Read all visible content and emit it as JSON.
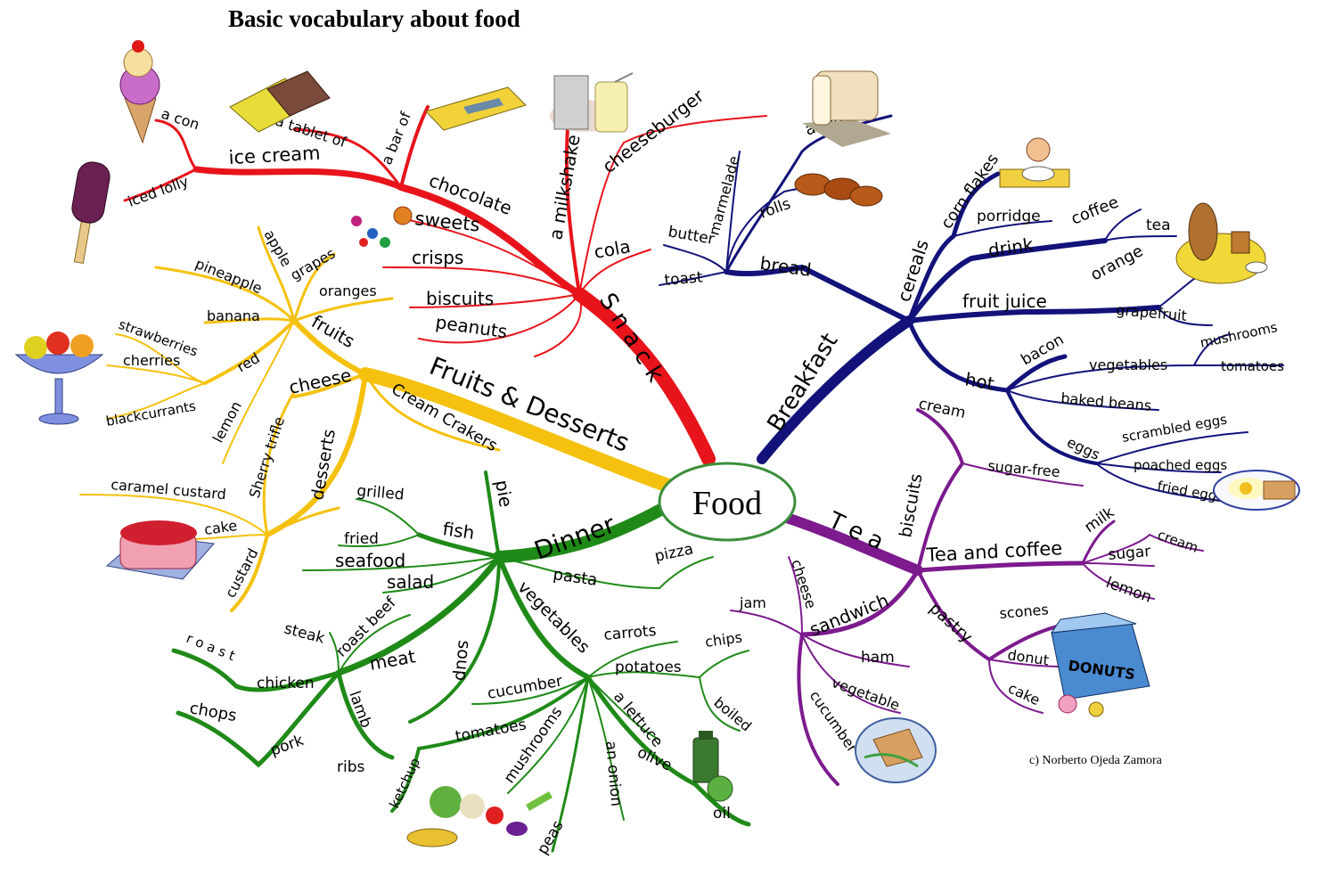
{
  "title": "Basic vocabulary about food",
  "credit": "c) Norberto Ojeda Zamora",
  "center": "Food",
  "colors": {
    "snack": "#e8141b",
    "fruits_desserts": "#f5c10e",
    "dinner": "#1f8a18",
    "breakfast": "#12127a",
    "tea": "#7c1a8e",
    "center_border": "#3a8f3a"
  },
  "branches": {
    "snack": {
      "label": "S n a c k",
      "items": {
        "ice_cream": "ice cream",
        "a_con": "a con",
        "iced_lolly": "iced lolly",
        "chocolate": "chocolate",
        "a_tablet_of": "a tablet of",
        "a_bar_of": "a bar of",
        "a_milkshake": "a milkshake",
        "cheeseburger": "cheeseburger",
        "sweets": "sweets",
        "crisps": "crisps",
        "cola": "cola",
        "biscuits": "biscuits",
        "peanuts": "peanuts"
      }
    },
    "fruits_desserts": {
      "label": "Fruits & Desserts",
      "items": {
        "fruits": "fruits",
        "apple": "apple",
        "grapes": "grapes",
        "pineapple": "pineapple",
        "oranges": "oranges",
        "banana": "banana",
        "strawberries": "strawberries",
        "cherries": "cherries",
        "red": "red",
        "blackcurrants": "blackcurrants",
        "lemon": "lemon",
        "cheese": "cheese",
        "cream_crakers": "Cream Crakers",
        "desserts": "desserts",
        "sherry_trifle": "Sherry trifle",
        "caramel_custard": "caramel custard",
        "cake": "cake",
        "custard": "custard"
      }
    },
    "dinner": {
      "label": "Dinner",
      "items": {
        "pie": "pie",
        "fish": "fish",
        "grilled": "grilled",
        "fried": "fried",
        "seafood": "seafood",
        "salad": "salad",
        "pasta": "pasta",
        "pizza": "pizza",
        "meat": "meat",
        "steak": "steak",
        "roast_beef": "roast beef",
        "roast": "r o a s t",
        "chicken": "chicken",
        "chops": "chops",
        "lamb": "lamb",
        "pork": "pork",
        "ribs": "ribs",
        "soup": "soup",
        "vegetables": "vegetables",
        "carrots": "carrots",
        "potatoes": "potatoes",
        "chips": "chips",
        "boiled": "boiled",
        "cucumber": "cucumber",
        "tomatoes": "tomatoes",
        "mushrooms": "mushrooms",
        "ketchup": "ketchup",
        "a_lettuce": "a lettuce",
        "an_onion": "an onion",
        "olive": "olive",
        "oil": "oil",
        "peas": "peas"
      }
    },
    "breakfast": {
      "label": "Breakfast",
      "items": {
        "bread": "bread",
        "a_loaf": "a loaf",
        "rolls": "rolls",
        "marmelade": "marmelade",
        "butter": "butter",
        "toast": "toast",
        "cereals": "cereals",
        "corn_flakes": "corn flakes",
        "porridge": "porridge",
        "drink": "drink",
        "coffee": "coffee",
        "tea": "tea",
        "fruit_juice": "fruit juice",
        "orange": "orange",
        "grapefruit": "grapefruit",
        "hot": "hot",
        "bacon": "bacon",
        "vegetables": "vegetables",
        "mushrooms": "mushrooms",
        "tomatoes": "tomatoes",
        "baked_beans": "baked beans",
        "eggs": "eggs",
        "scrambled_eggs": "scrambled eggs",
        "poached_eggs": "poached eggs",
        "fried_eggs": "fried eggs"
      }
    },
    "tea": {
      "label": "T e a",
      "items": {
        "biscuits": "biscuits",
        "cream_top": "cream",
        "sugar_free": "sugar-free",
        "tea_and_coffee": "Tea and coffee",
        "milk": "milk",
        "cream": "cream",
        "sugar": "sugar",
        "lemon": "lemon",
        "sandwich": "sandwich",
        "cheese": "cheese",
        "jam": "jam",
        "ham": "ham",
        "vegetable": "vegetable",
        "cucumber": "cucumber",
        "pastry": "pastry",
        "scones": "scones",
        "donut": "donut",
        "cake": "cake",
        "donuts_box": "DONUTS"
      }
    }
  }
}
